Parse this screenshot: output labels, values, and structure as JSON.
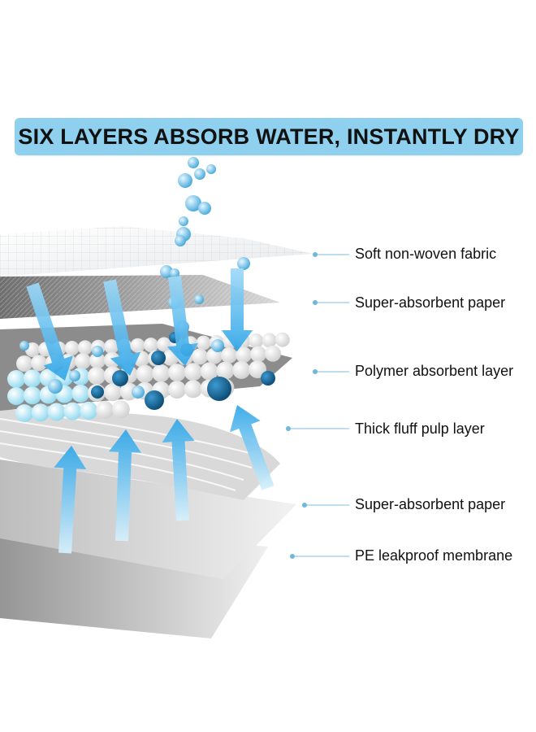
{
  "title": "SIX LAYERS ABSORB WATER, INSTANTLY DRY",
  "layers": [
    {
      "label": "Soft non-woven fabric"
    },
    {
      "label": "Super-absorbent paper"
    },
    {
      "label": "Polymer absorbent layer"
    },
    {
      "label": "Thick fluff pulp layer"
    },
    {
      "label": "Super-absorbent paper"
    },
    {
      "label": "PE leakproof membrane"
    }
  ],
  "colors": {
    "banner": "#8fd0ee",
    "arrow": "#3fb0ec",
    "water": "#9fdcf6",
    "polymer": "#1f6e9a",
    "leader": "#7fbfe0"
  }
}
